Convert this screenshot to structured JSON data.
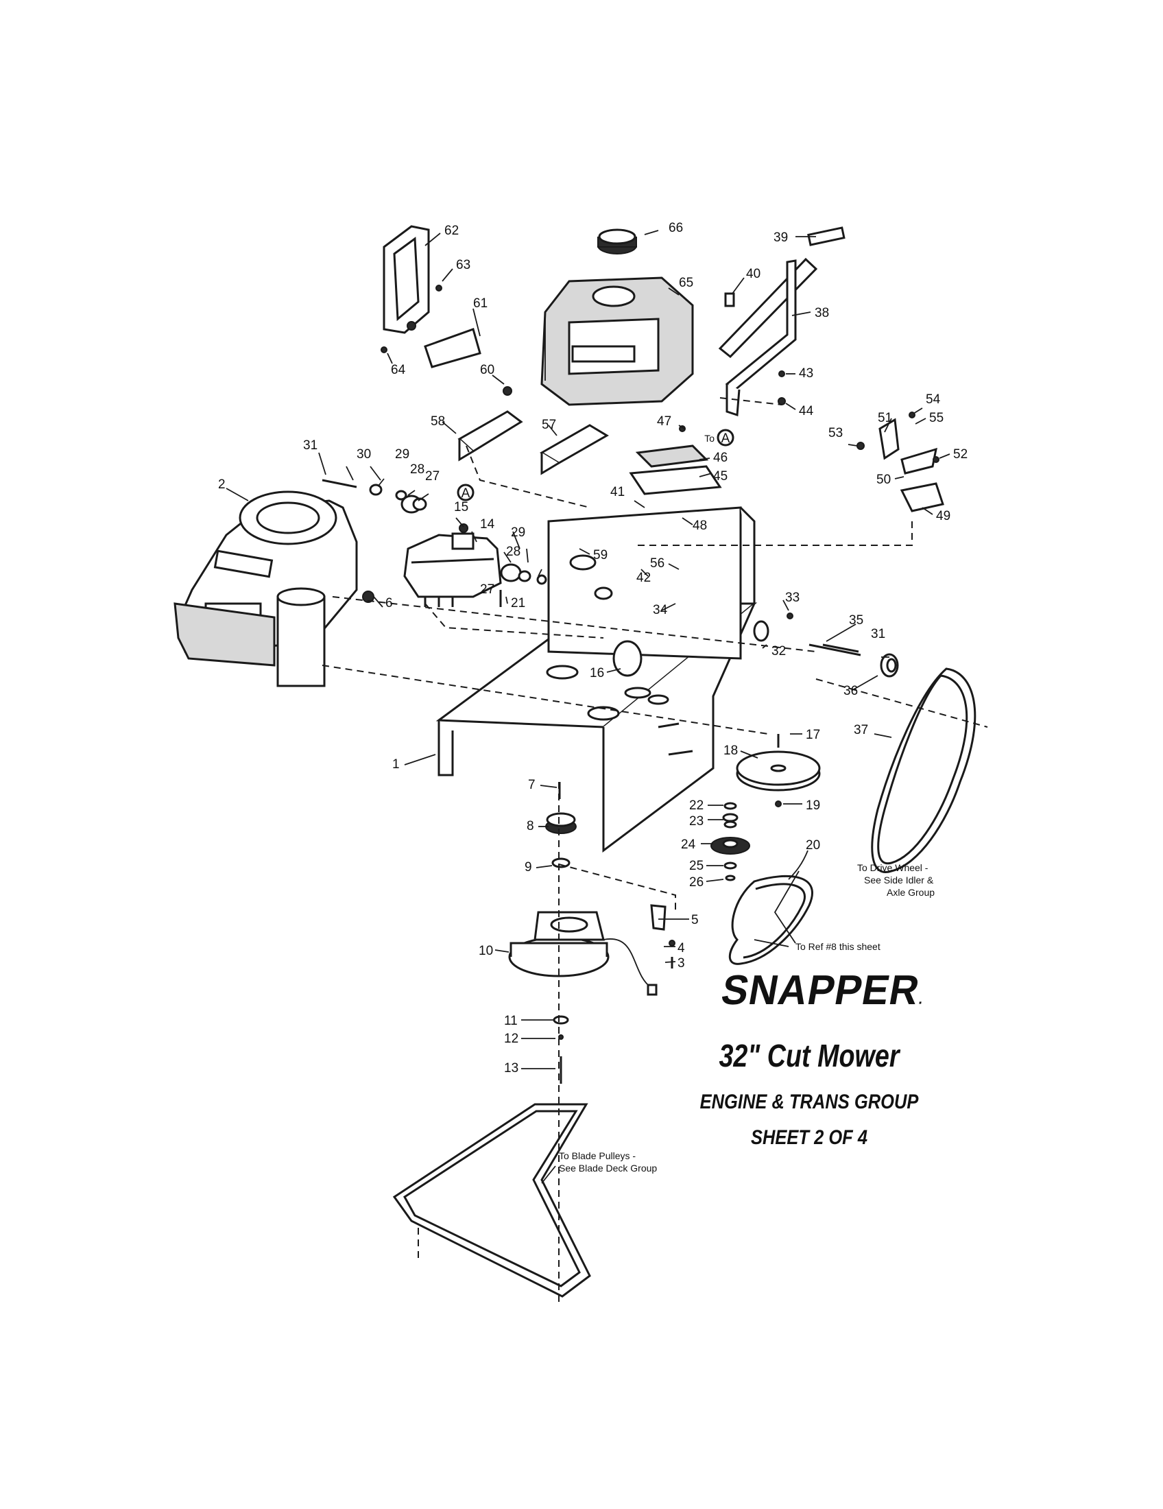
{
  "brand": {
    "name": "SNAPPER",
    "mark": "."
  },
  "title": "32\" Cut Mower",
  "subtitle": "ENGINE & TRANS GROUP",
  "sheet": "SHEET 2 OF 4",
  "reference_marker": "A",
  "to_marker_prefix": "To",
  "notes": {
    "drive_wheel": [
      "To Drive Wheel -",
      "See Side Idler &",
      "Axle Group"
    ],
    "ref8": "To Ref #8 this sheet",
    "blade_pulleys": [
      "To Blade Pulleys -",
      "See Blade Deck Group"
    ]
  },
  "callouts": {
    "c1": "1",
    "c2": "2",
    "c3": "3",
    "c4": "4",
    "c5": "5",
    "c6": "6",
    "c7": "7",
    "c8": "8",
    "c9": "9",
    "c10": "10",
    "c11": "11",
    "c12": "12",
    "c13": "13",
    "c14": "14",
    "c15": "15",
    "c16": "16",
    "c17": "17",
    "c18": "18",
    "c19": "19",
    "c20": "20",
    "c21": "21",
    "c22": "22",
    "c23": "23",
    "c24": "24",
    "c25": "25",
    "c26": "26",
    "c27a": "27",
    "c27b": "27",
    "c28a": "28",
    "c28b": "28",
    "c29a": "29",
    "c29b": "29",
    "c30": "30",
    "c31a": "31",
    "c31b": "31",
    "c32": "32",
    "c33": "33",
    "c34": "34",
    "c35": "35",
    "c36": "36",
    "c37": "37",
    "c38": "38",
    "c39": "39",
    "c40": "40",
    "c41": "41",
    "c42": "42",
    "c43": "43",
    "c44": "44",
    "c45": "45",
    "c46": "46",
    "c47": "47",
    "c48": "48",
    "c49": "49",
    "c50": "50",
    "c51": "51",
    "c52": "52",
    "c53": "53",
    "c54": "54",
    "c55": "55",
    "c56": "56",
    "c57": "57",
    "c58": "58",
    "c59": "59",
    "c60": "60",
    "c61": "61",
    "c62": "62",
    "c63": "63",
    "c64": "64",
    "c65": "65",
    "c66": "66"
  }
}
